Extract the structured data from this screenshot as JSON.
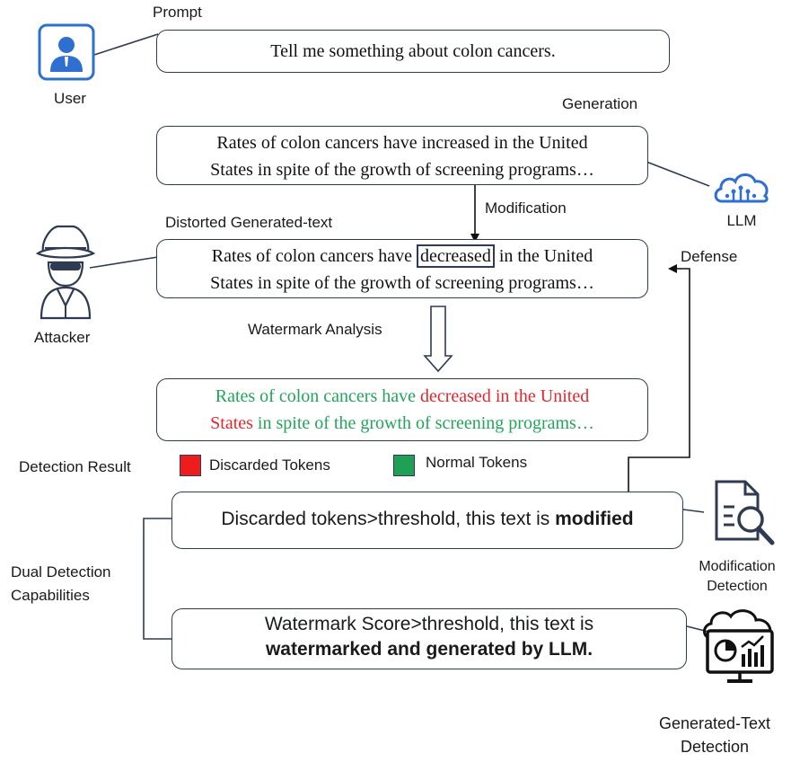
{
  "prompt": {
    "label": "Prompt",
    "text": "Tell me something about colon cancers."
  },
  "user": {
    "label": "User",
    "icon": "user-icon"
  },
  "generation": {
    "label": "Generation",
    "line1": "Rates of colon cancers have increased in the United",
    "line2": "States in spite of the growth of screening programs…"
  },
  "llm": {
    "label": "LLM",
    "icon": "cloud-network-icon"
  },
  "modification": {
    "label": "Modification"
  },
  "distorted": {
    "label": "Distorted Generated-text",
    "line1_before": "Rates of colon cancers have ",
    "line1_word": "decreased",
    "line1_after": " in the United",
    "line2": "States in spite of the growth of screening programs…"
  },
  "attacker": {
    "label": "Attacker",
    "icon": "spy-icon"
  },
  "defense": {
    "label": "Defense"
  },
  "watermark_analysis": {
    "label": "Watermark Analysis"
  },
  "analysis_result": {
    "line1_green": "Rates of colon cancers have ",
    "line1_red": "decreased in the United",
    "line2_red": "States",
    "line2_green": " in spite of the growth of screening programs…"
  },
  "legend": {
    "title": "Detection Result",
    "discarded": "Discarded Tokens",
    "normal": "Normal Tokens",
    "discarded_color": "#ee1c1c",
    "normal_color": "#1fa055"
  },
  "modification_result": {
    "text_prefix": "Discarded tokens>threshold, this text is ",
    "text_bold": "modified"
  },
  "modification_detection": {
    "line1": "Modification",
    "line2": "Detection",
    "icon": "document-search-icon"
  },
  "dual": {
    "line1": "Dual Detection",
    "line2": "Capabilities"
  },
  "watermark_result": {
    "line1": "Watermark Score>threshold, this text is",
    "line2_bold": "watermarked and generated by LLM."
  },
  "generated_text_detection": {
    "line1": "Generated-Text",
    "line2": "Detection",
    "icon": "cloud-monitor-chart-icon"
  }
}
